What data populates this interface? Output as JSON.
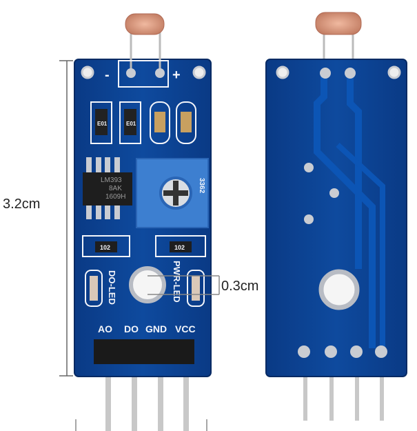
{
  "dimensions": {
    "height_label": "3.2cm",
    "hole_label": "0.3cm"
  },
  "front_board": {
    "polarity": {
      "minus": "-",
      "plus": "+"
    },
    "smd_labels": [
      "E01",
      "E01"
    ],
    "chip": {
      "line1": "LM393",
      "line2": "8AK",
      "line3": "1609H"
    },
    "potentiometer_label": "3362",
    "resistors": [
      "102",
      "102"
    ],
    "led_labels": {
      "left": "DO-LED",
      "right": "PWR-LED"
    },
    "pins": [
      "AO",
      "DO",
      "GND",
      "VCC"
    ]
  },
  "colors": {
    "pcb": "#0b3f8c",
    "pcb_edge": "#0a2f6e",
    "silk": "#f4f6fb",
    "pot": "#3d7fd0",
    "pad": "#c9ccd2"
  }
}
